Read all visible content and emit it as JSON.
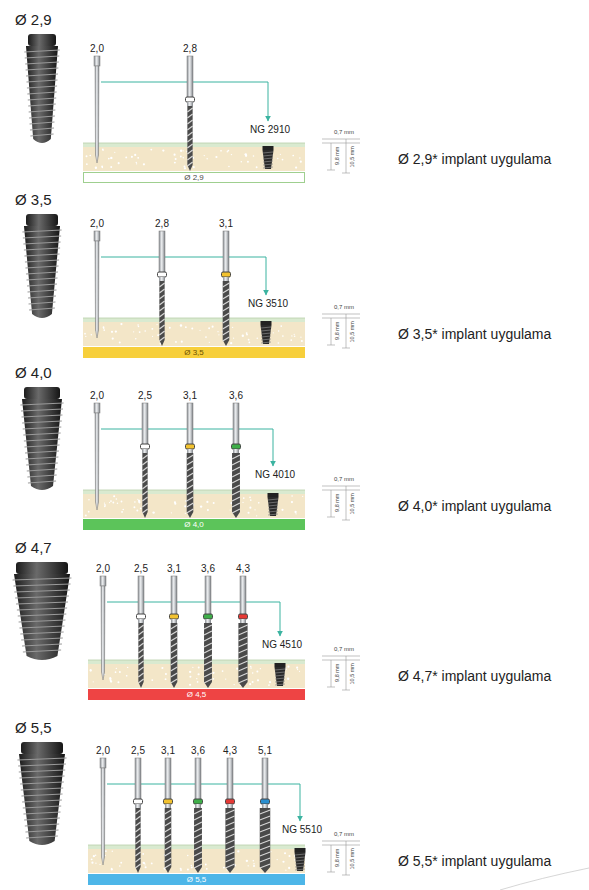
{
  "diagram": {
    "nodes": [
      {
        "text": [
          "Ø 2,9"
        ]
      },
      {
        "text": [
          "Ø 3,5"
        ]
      },
      {
        "text": [
          "Ø 4,0"
        ]
      },
      {
        "text": [
          "Ø 4,5"
        ]
      },
      {
        "text": [
          "Ø 5,5"
        ]
      }
    ],
    "edges": [],
    "labels": [
      "Ø 2,9",
      "2,0",
      "2,8",
      "NG 2910",
      "0,7 mm",
      "9,8 mm",
      "10,5 mm",
      "Ø 2,9* implant uygulama",
      "Ø 3,5",
      "2,0",
      "2,8",
      "3,1",
      "NG 3510",
      "0,7 mm",
      "9,8 mm",
      "10,5 mm",
      "Ø 3,5* implant uygulama",
      "Ø 4,0",
      "2,0",
      "2,5",
      "3,1",
      "3,6",
      "NG 4010",
      "0,7 mm",
      "9,8 mm",
      "10,5 mm",
      "Ø 4,0* implant uygulama",
      "Ø 4,7",
      "2,0",
      "2,5",
      "3,1",
      "3,6",
      "4,3",
      "NG 4510",
      "0,7 mm",
      "9,8 mm",
      "10,5 mm",
      "Ø 4,7* implant uygulama",
      "Ø 5,5",
      "2,0",
      "2,5",
      "3,1",
      "3,6",
      "4,3",
      "5,1",
      "NG 5510",
      "0,7 mm",
      "9,8 mm",
      "10,5 mm",
      "Ø 5,5* implant uygulama"
    ]
  }
}
